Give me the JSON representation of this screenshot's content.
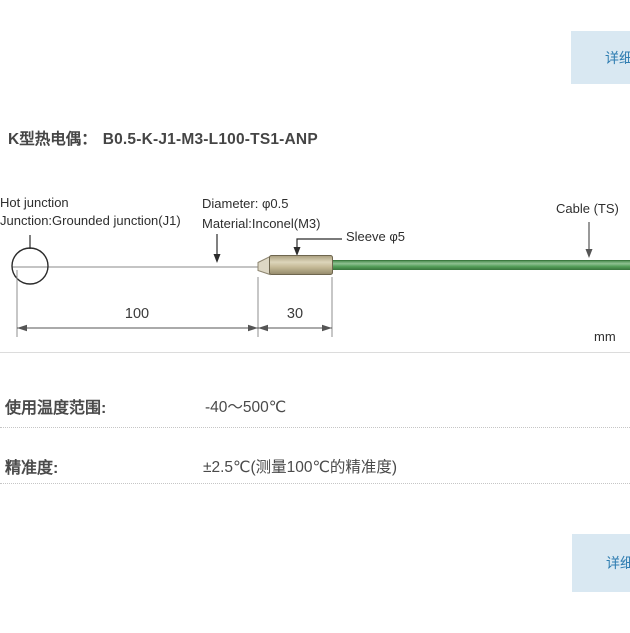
{
  "buttons": {
    "details_top": "详细",
    "details_bottom": "详细"
  },
  "title": {
    "type_label": "K型热电偶：",
    "model": "B0.5-K-J1-M3-L100-TS1-ANP"
  },
  "diagram": {
    "labels": {
      "hot_junction": "Hot junction",
      "junction": "Junction:Grounded junction(J1)",
      "diameter": "Diameter: φ0.5",
      "material": "Material:Inconel(M3)",
      "sleeve": "Sleeve φ5",
      "cable": "Cable (TS)",
      "unit": "mm"
    },
    "dimensions": {
      "probe_length": "100",
      "sleeve_length": "30"
    },
    "colors": {
      "cable_green": "#55a05a",
      "cable_green_dark": "#3c7a40",
      "sleeve_tan": "#c6bb98",
      "sleeve_tan_dark": "#6e664f",
      "wire_gray": "#c4c4c4"
    }
  },
  "specs": {
    "rows": [
      {
        "label": "使用温度范围:",
        "value": "-40～500℃"
      },
      {
        "label": "精准度:",
        "value": "±2.5℃(测量100℃的精准度)"
      }
    ]
  }
}
